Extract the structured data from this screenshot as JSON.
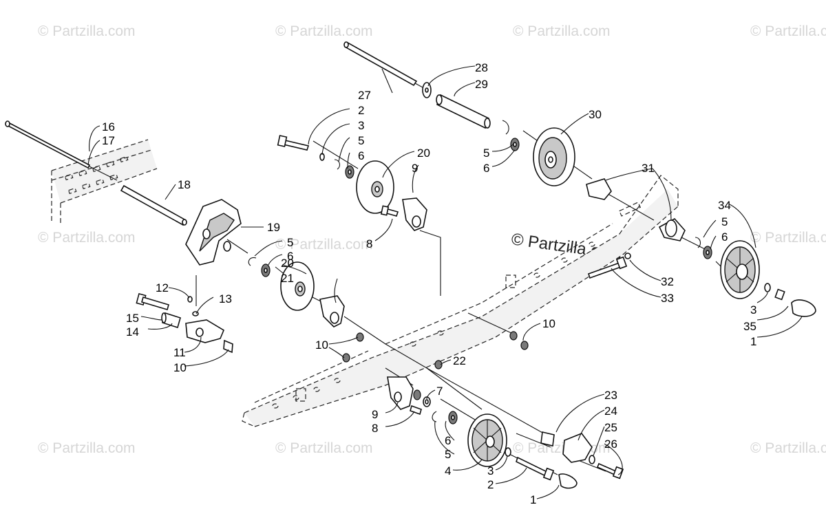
{
  "watermark": {
    "text": "© Partzilla.com",
    "center_text": "© Partzilla.com"
  },
  "callouts": {
    "c1": "1",
    "c1b": "1",
    "c2": "2",
    "c2b": "2",
    "c3": "3",
    "c3b": "3",
    "c3c": "3",
    "c4": "4",
    "c5": "5",
    "c5b": "5",
    "c5c": "5",
    "c5d": "5",
    "c5e": "5",
    "c6": "6",
    "c6b": "6",
    "c6c": "6",
    "c6d": "6",
    "c6e": "6",
    "c7": "7",
    "c8": "8",
    "c8b": "8",
    "c9": "9",
    "c9b": "9",
    "c10": "10",
    "c10b": "10",
    "c10c": "10",
    "c11": "11",
    "c12": "12",
    "c13": "13",
    "c14": "14",
    "c15": "15",
    "c16": "16",
    "c17": "17",
    "c18": "18",
    "c19": "19",
    "c20": "20",
    "c20b": "20",
    "c21": "21",
    "c22": "22",
    "c23": "23",
    "c24": "24",
    "c25": "25",
    "c26": "26",
    "c27": "27",
    "c28": "28",
    "c29": "29",
    "c30": "30",
    "c31": "31",
    "c32": "32",
    "c33": "33",
    "c34": "34",
    "c35": "35"
  }
}
